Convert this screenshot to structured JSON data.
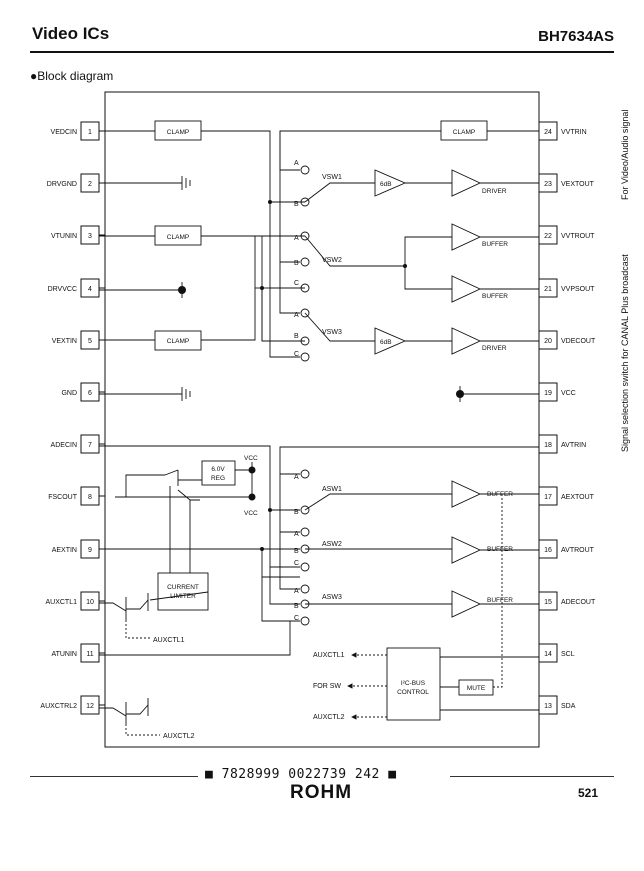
{
  "header": {
    "section": "Video ICs",
    "part": "BH7634AS"
  },
  "title": {
    "bullet": "●",
    "text": "Block diagram"
  },
  "side_text": {
    "top": "For Video/Audio signal",
    "bottom": "Signal selection switch for CANAL Plus broadcast"
  },
  "pins_left": [
    {
      "num": "1",
      "name": "VEDCIN"
    },
    {
      "num": "2",
      "name": "DRVGND"
    },
    {
      "num": "3",
      "name": "VTUNIN"
    },
    {
      "num": "4",
      "name": "DRVVCC"
    },
    {
      "num": "5",
      "name": "VEXTIN"
    },
    {
      "num": "6",
      "name": "GND"
    },
    {
      "num": "7",
      "name": "ADECIN"
    },
    {
      "num": "8",
      "name": "FSCOUT"
    },
    {
      "num": "9",
      "name": "AEXTIN"
    },
    {
      "num": "10",
      "name": "AUXCTL1"
    },
    {
      "num": "11",
      "name": "ATUNIN"
    },
    {
      "num": "12",
      "name": "AUXCTRL2"
    }
  ],
  "pins_right": [
    {
      "num": "24",
      "name": "VVTRIN"
    },
    {
      "num": "23",
      "name": "VEXTOUT"
    },
    {
      "num": "22",
      "name": "VVTROUT"
    },
    {
      "num": "21",
      "name": "VVPSOUT"
    },
    {
      "num": "20",
      "name": "VDECOUT"
    },
    {
      "num": "19",
      "name": "VCC"
    },
    {
      "num": "18",
      "name": "AVTRIN"
    },
    {
      "num": "17",
      "name": "AEXTOUT"
    },
    {
      "num": "16",
      "name": "AVTROUT"
    },
    {
      "num": "15",
      "name": "ADECOUT"
    },
    {
      "num": "14",
      "name": "SCL"
    },
    {
      "num": "13",
      "name": "SDA"
    }
  ],
  "blocks": {
    "clamp": "CLAMP",
    "reg_line1": "6.0V",
    "reg_line2": "REG",
    "limiter_line1": "CURRENT",
    "limiter_line2": "LIMITER",
    "i2c_line1": "I²C-BUS",
    "i2c_line2": "CONTROL",
    "mute": "MUTE",
    "amp_6db": "6dB",
    "driver": "DRIVER",
    "buffer": "BUFFER",
    "vcc": "VCC"
  },
  "switches": {
    "vsw1": "VSW1",
    "vsw2": "VSW2",
    "vsw3": "VSW3",
    "asw1": "ASW1",
    "asw2": "ASW2",
    "asw3": "ASW3",
    "a": "A",
    "b": "B",
    "c": "C"
  },
  "control_labels": {
    "auxctl1_in": "AUXCTL1",
    "for_sw": "FOR SW",
    "auxctl2_in": "AUXCTL2",
    "auxctl1_out": "AUXCTL1",
    "auxctl2_out": "AUXCTL2"
  },
  "footer": {
    "barcode": "7828999 0022739 242",
    "logo": "ROHM",
    "page": "521"
  }
}
